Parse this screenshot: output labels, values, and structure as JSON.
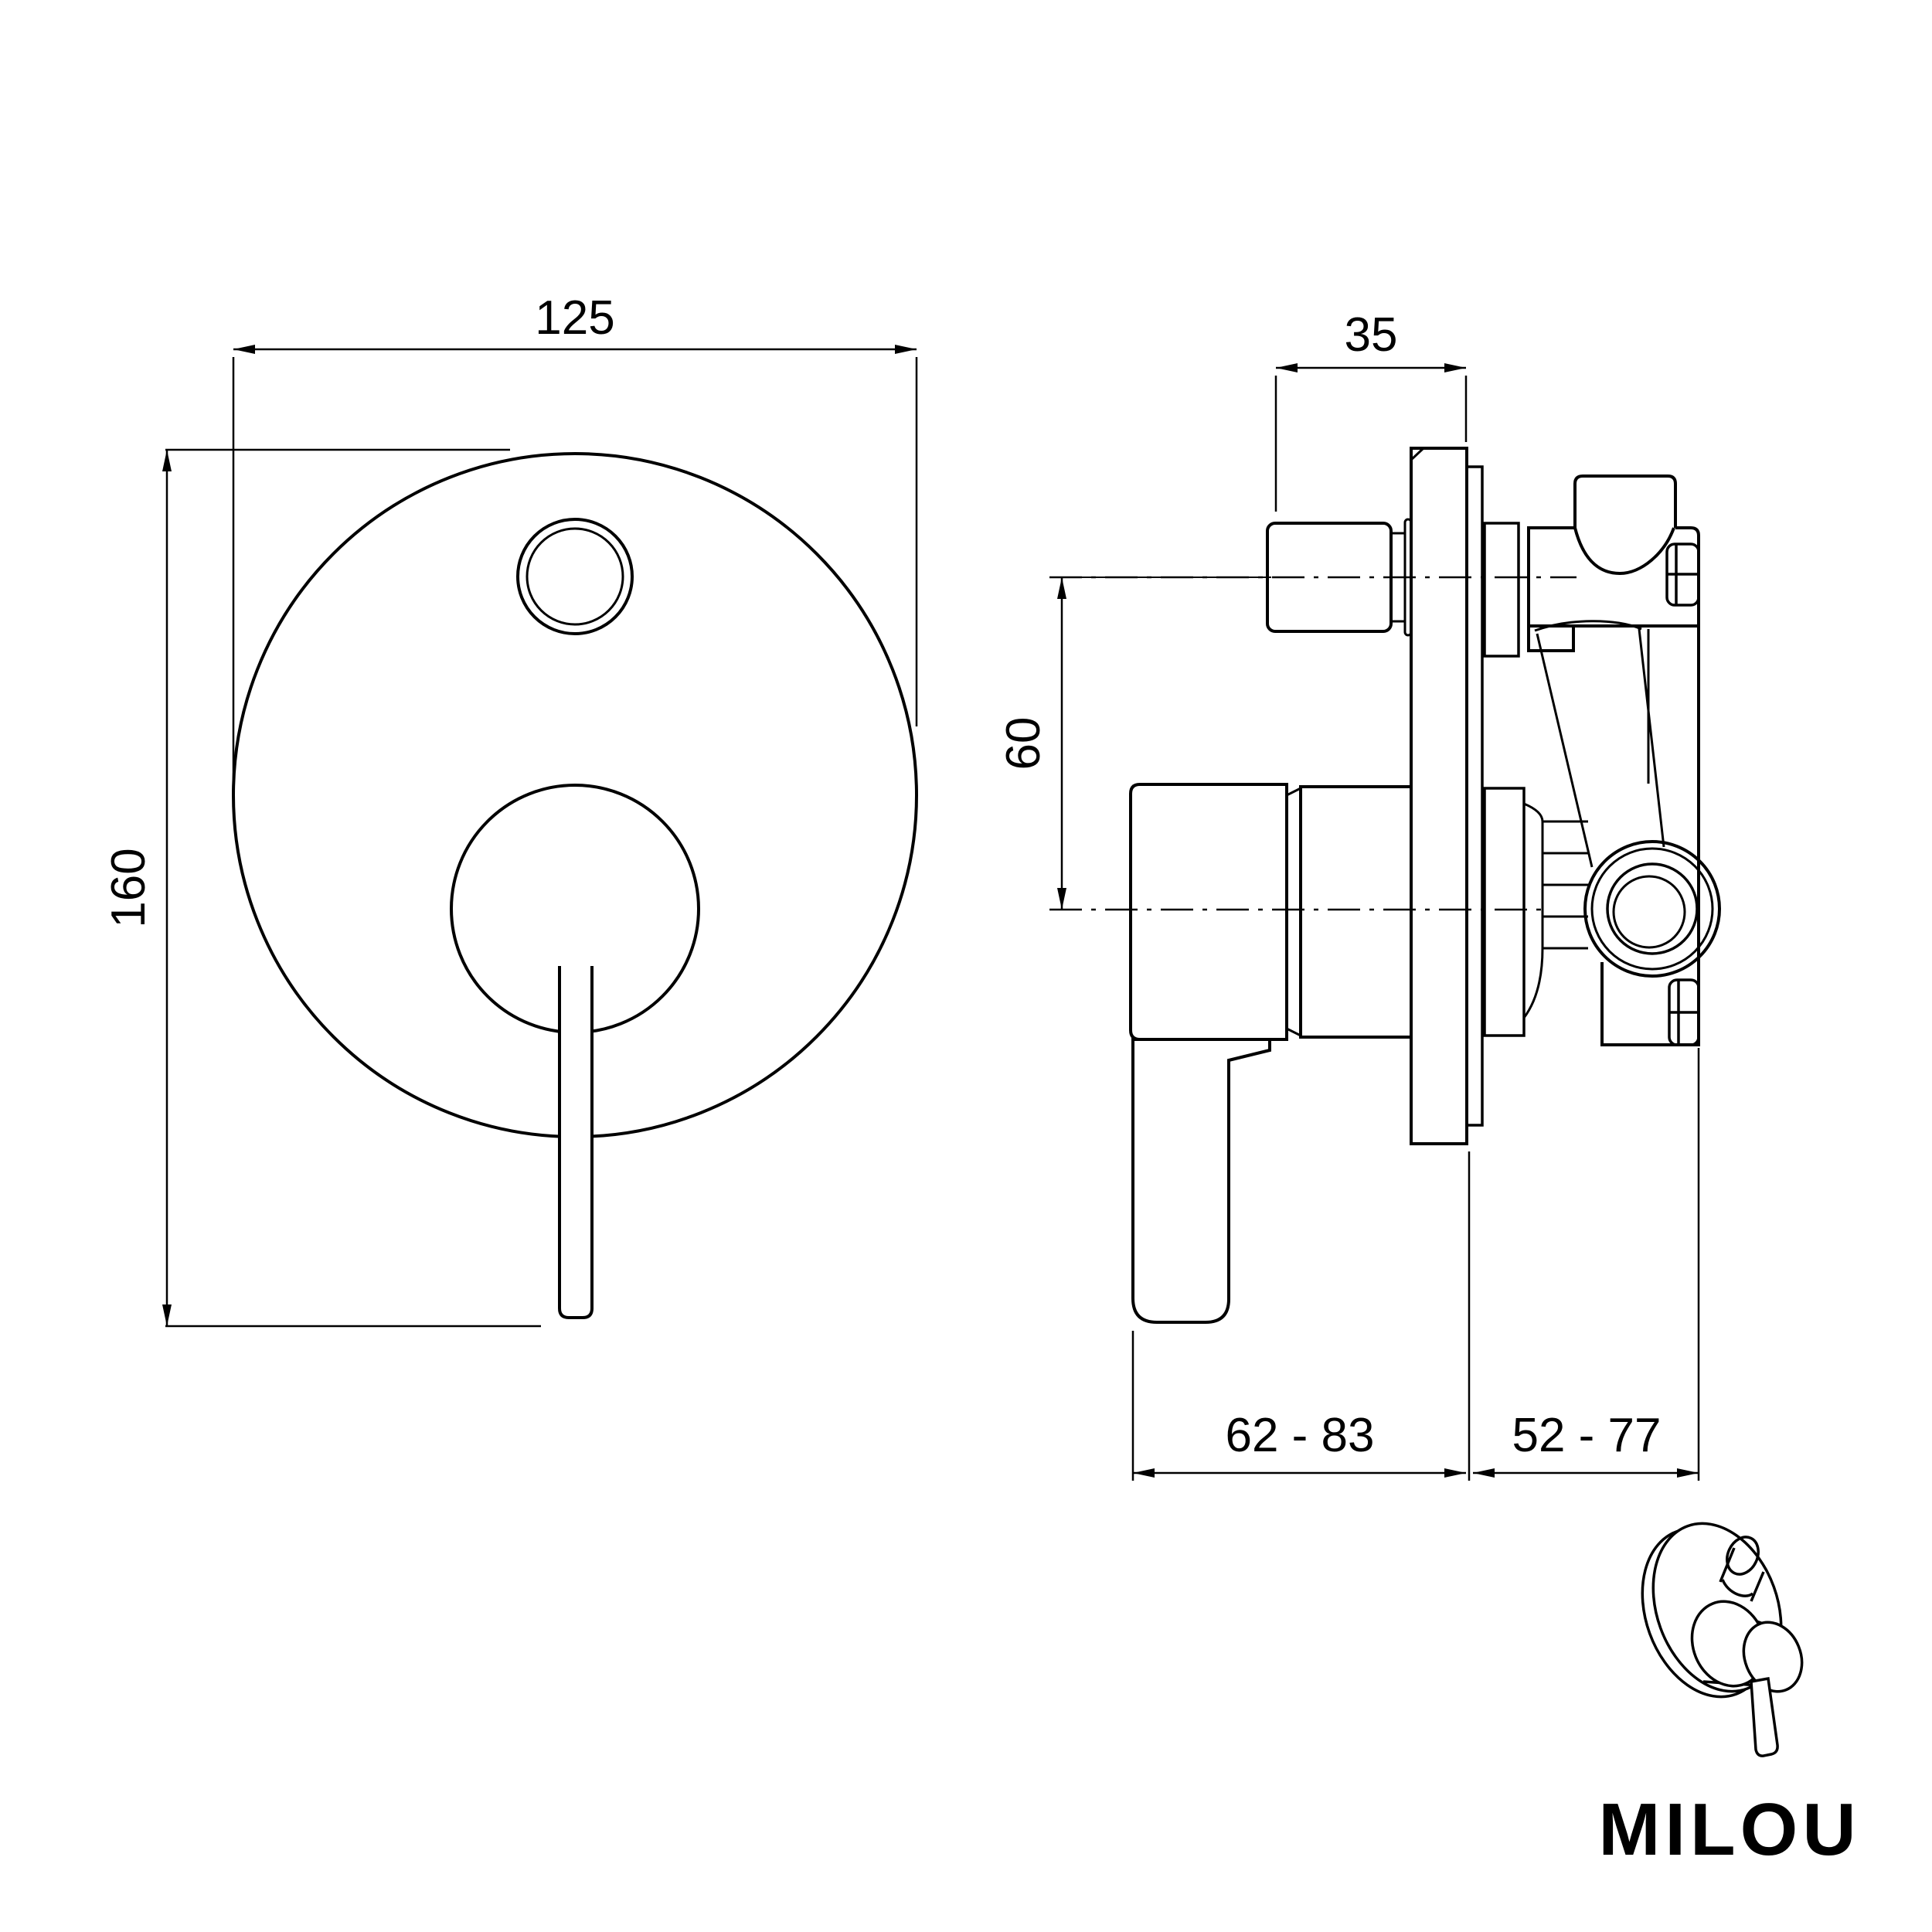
{
  "drawing": {
    "background_color": "#ffffff",
    "line_color": "#000000",
    "views": {
      "front": {
        "plate_diameter_mm": "125",
        "overall_height_mm": "160"
      },
      "side": {
        "button_projection_mm": "35",
        "axis_spacing_mm": "60",
        "handle_projection_range_mm": "62 - 83",
        "inwall_depth_range_mm": "52 - 77"
      }
    },
    "brand": {
      "logo_text": "MILOU"
    }
  }
}
